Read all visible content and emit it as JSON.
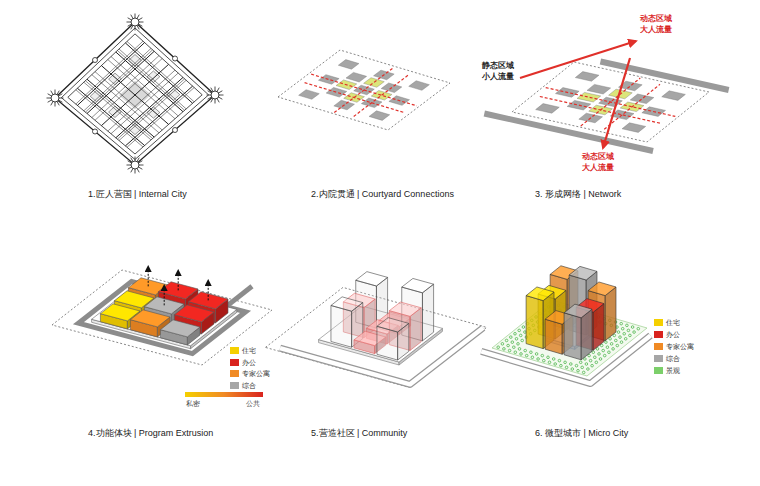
{
  "diagram": {
    "labels": [
      "动态区域",
      "大人流量",
      "静态区域",
      "小人流量",
      "动态区域",
      "大人流量",
      "1.匠人营国 | Internal City",
      "2.内院贯通 | Courtyard Connections",
      "3. 形成网络 | Network",
      "私密",
      "公共",
      "4.功能体块 | Program Extrusion",
      "5.营造社区 | Community",
      "6. 微型城市 | Micro City"
    ],
    "legend": [
      {
        "text": "住宅",
        "color": "#f5d000"
      },
      {
        "text": "办公",
        "color": "#d9231e"
      },
      {
        "text": "专家公寓",
        "color": "#f08a24"
      },
      {
        "text": "综合",
        "color": "#a6a6a6"
      },
      {
        "text": "住宅",
        "color": "#f5d000"
      },
      {
        "text": "办公",
        "color": "#d9231e"
      },
      {
        "text": "专家公寓",
        "color": "#f08a24"
      },
      {
        "text": "综合",
        "color": "#a6a6a6"
      },
      {
        "text": "景观",
        "color": "#7ccf6a"
      }
    ]
  }
}
